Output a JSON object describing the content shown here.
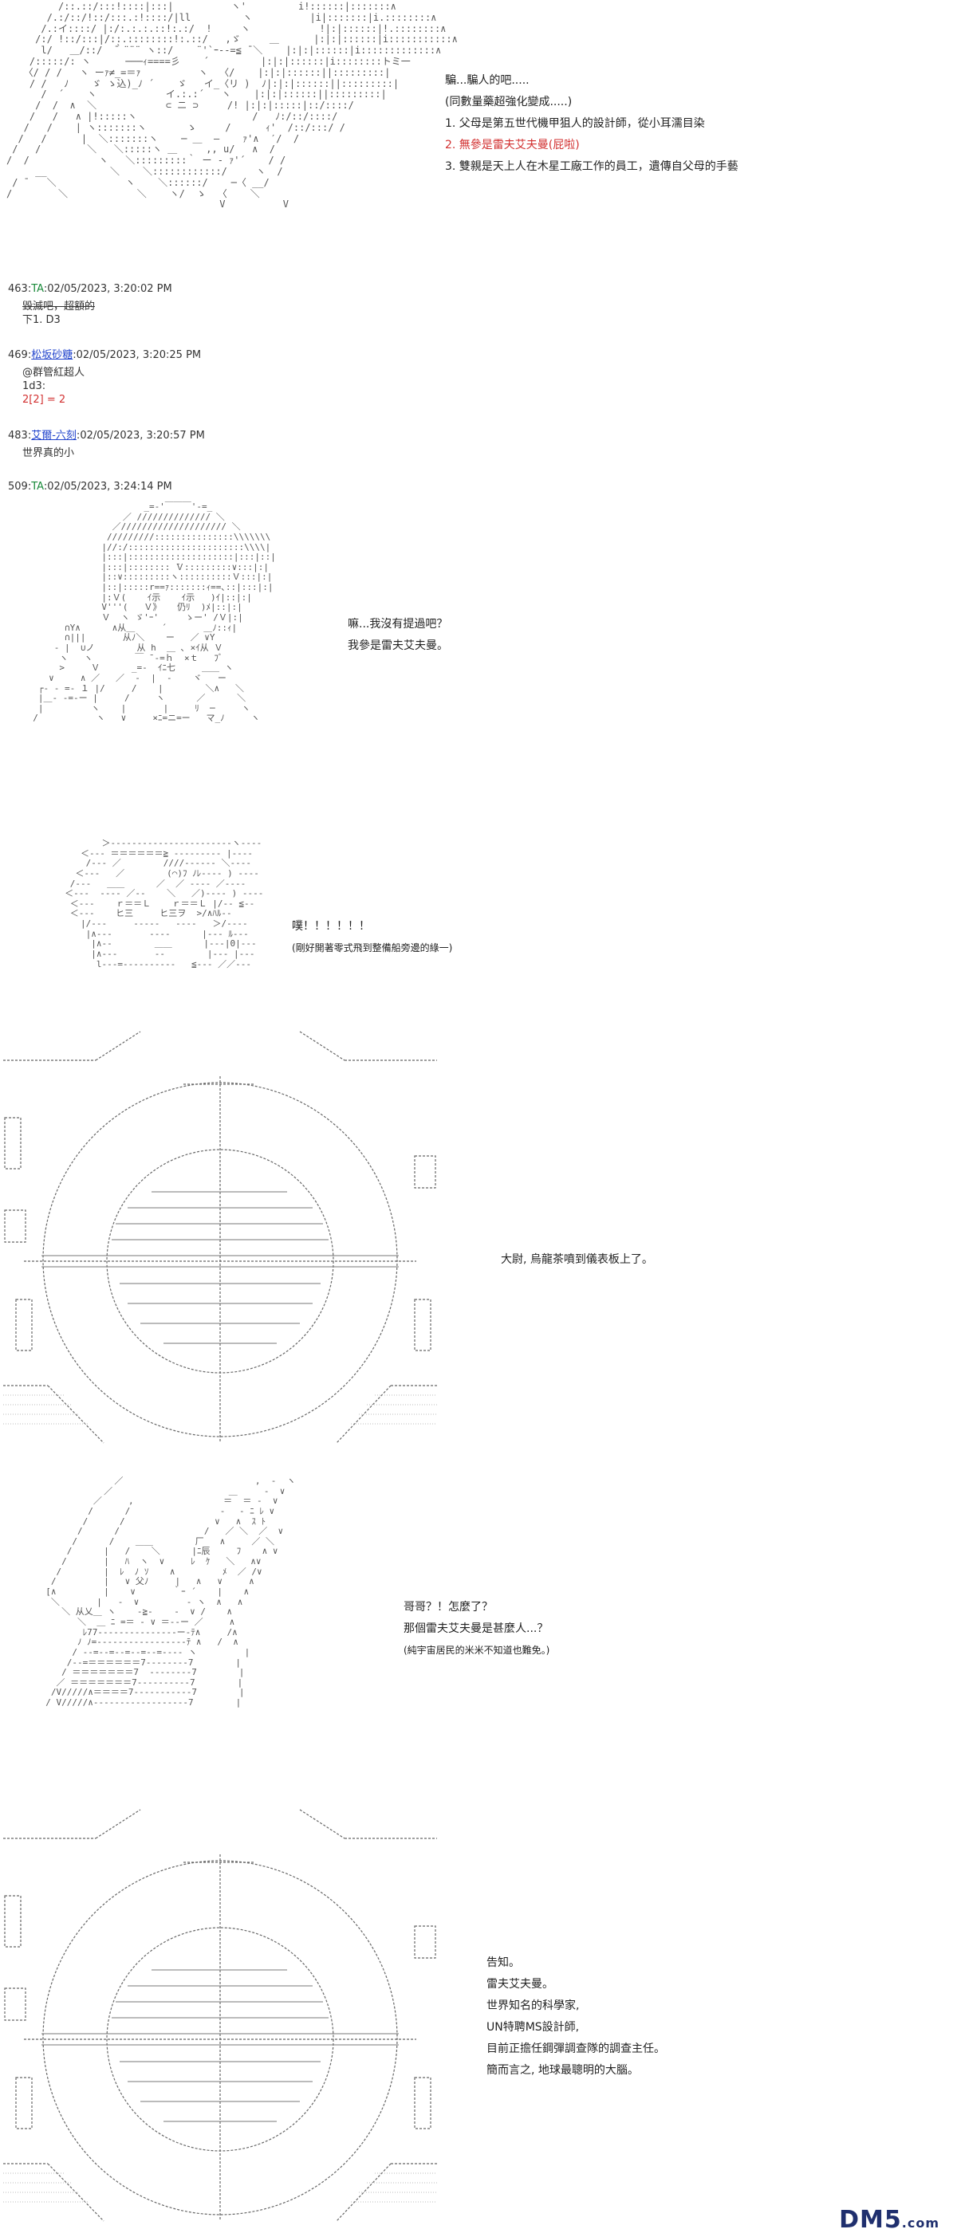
{
  "panel1": {
    "lines": [
      "騙...騙人的吧.....",
      "(同數量藥超強化變成.....)",
      "1. 父母是第五世代機甲狙人的設計師，從小耳濡目染",
      "2. 無參是雷夫艾夫曼(屁啦)",
      "3. 雙親是天上人在木星工廠工作的員工，遺傳自父母的手藝"
    ]
  },
  "posts": [
    {
      "number": "463",
      "name": "TA",
      "timestamp": "02/05/2023, 3:20:02 PM",
      "body_lines": [
        "毀滅吧，超額的",
        "下1. D3"
      ]
    },
    {
      "number": "469",
      "name": "松坂砂糖",
      "timestamp": "02/05/2023, 3:20:25 PM",
      "body_lines": [
        "@群管紅超人",
        "1d3:",
        "2[2] = 2"
      ]
    },
    {
      "number": "483",
      "name": "艾爾-六刻",
      "timestamp": "02/05/2023, 3:20:57 PM",
      "body_lines": [
        "世界真的小"
      ]
    },
    {
      "number": "509",
      "name": "TA",
      "timestamp": "02/05/2023, 3:24:14 PM",
      "body_lines": []
    }
  ],
  "panel2": {
    "lines": [
      "嘛...我沒有提過吧？",
      "我參是雷夫艾夫曼。"
    ]
  },
  "panel3": {
    "lines": [
      "噗！！！！！！",
      "(剛好開著零式飛到整備船旁邊的綠一)"
    ]
  },
  "panel4": {
    "lines": [
      "大尉, 烏龍茶噴到儀表板上了。"
    ]
  },
  "panel5": {
    "lines": [
      "哥哥？！怎麼了？",
      "那個雷夫艾夫曼是甚麼人...？",
      "(純宇宙居民的米米不知道也難免。)"
    ]
  },
  "panel6": {
    "lines": [
      "告知。",
      "雷夫艾夫曼。",
      "世界知名的科學家,",
      "UN特聘MS設計師,",
      "目前正擔任鋼彈調查隊的調查主任。",
      "簡而言之, 地球最聰明的大腦。"
    ]
  },
  "watermark": {
    "main": "DM5",
    "suffix": ".com"
  }
}
